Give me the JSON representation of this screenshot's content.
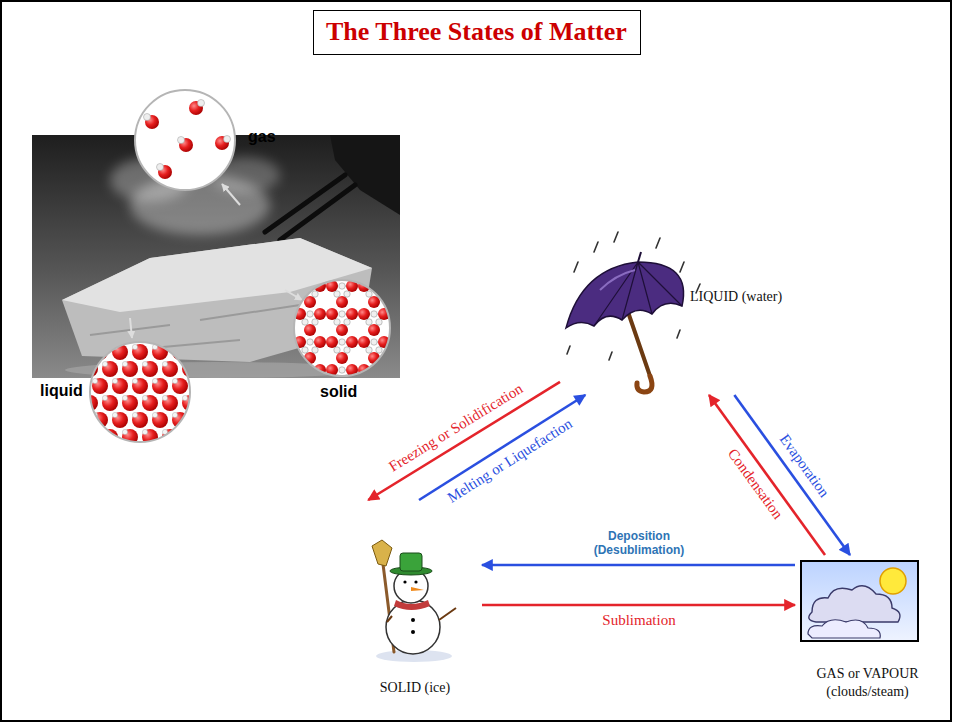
{
  "diagram": {
    "title": "The Three States of Matter",
    "nodes": [
      {
        "text": [
          "LIQUID (water)"
        ]
      },
      {
        "text": [
          "SOLID (ice)"
        ]
      },
      {
        "text": [
          "GAS or VAPOUR (clouds/steam)"
        ]
      }
    ],
    "edges": [
      {
        "from": 0,
        "to": 1,
        "label": "Freezing or Solidification",
        "arrow": "to"
      },
      {
        "from": 1,
        "to": 0,
        "label": "Melting or Liquefaction",
        "arrow": "to"
      },
      {
        "from": 0,
        "to": 2,
        "label": "Evaporation",
        "arrow": "to"
      },
      {
        "from": 2,
        "to": 0,
        "label": "Condensation",
        "arrow": "to"
      },
      {
        "from": 2,
        "to": 1,
        "label": "Deposition (Desublimation)",
        "arrow": "to"
      },
      {
        "from": 1,
        "to": 2,
        "label": "Sublimation",
        "arrow": "to"
      }
    ],
    "labels": [
      "gas",
      "liquid",
      "solid"
    ]
  }
}
